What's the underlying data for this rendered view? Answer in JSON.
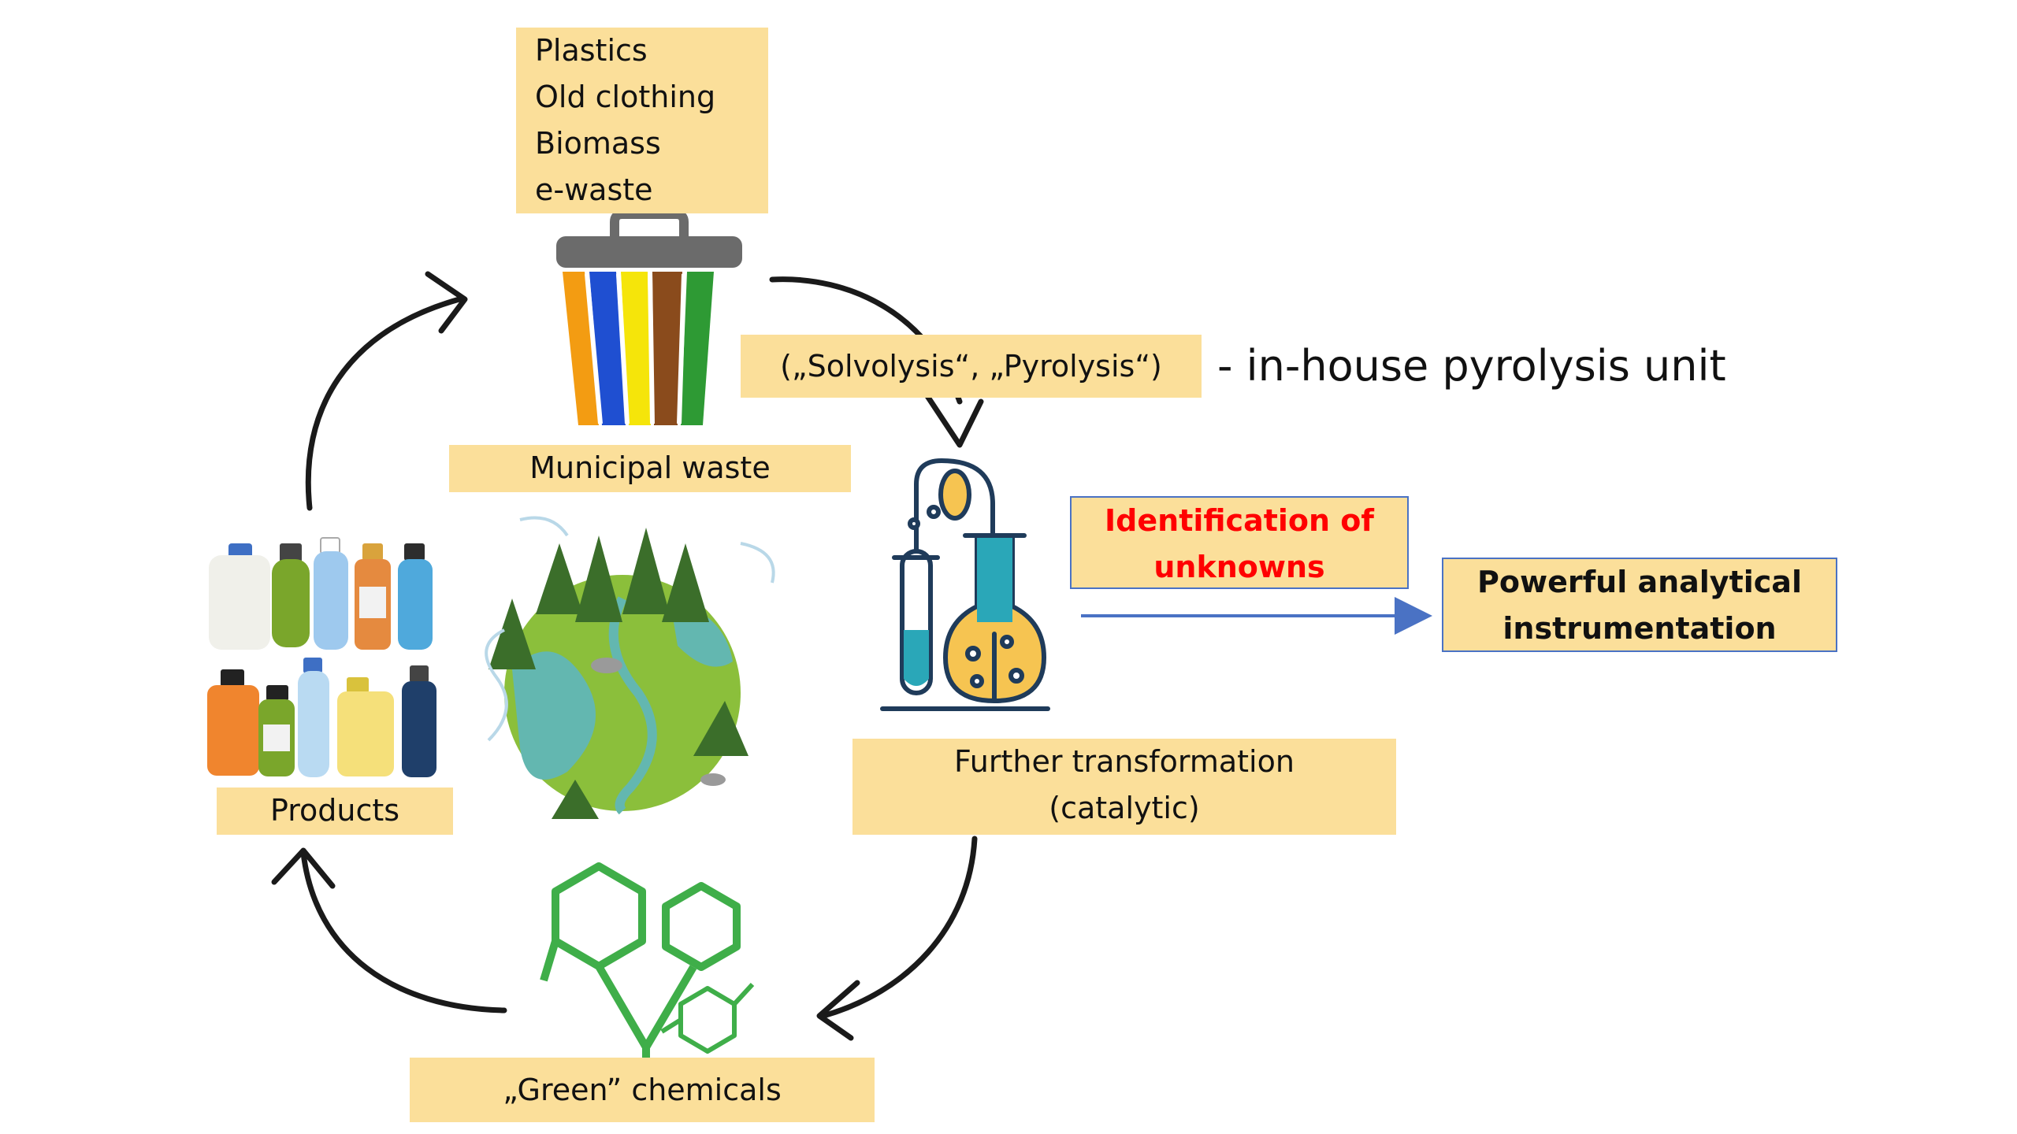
{
  "source_box": {
    "items": [
      "Plastics",
      "Old clothing",
      "Biomass",
      "e-waste"
    ]
  },
  "labels": {
    "municipal_waste": "Municipal waste",
    "process": "(„Solvolysis“, „Pyrolysis“)",
    "inhouse_note": "- in-house pyrolysis unit",
    "identification_line1": "Identification of",
    "identification_line2": "unknowns",
    "instrumentation_line1": "Powerful analytical",
    "instrumentation_line2": "instrumentation",
    "transformation_line1": "Further transformation",
    "transformation_line2": "(catalytic)",
    "green_chemicals": "„Green” chemicals",
    "products": "Products"
  },
  "colors": {
    "label_fill": "#fbdf9a",
    "blue_border": "#4a72c4",
    "accent_red": "#ff0000",
    "arrow_blue": "#4a72c4",
    "chem_green": "#3fae49",
    "bin_orange": "#f39c12",
    "bin_blue": "#1f4fd1",
    "bin_yellow": "#f5e50a",
    "bin_brown": "#8a4b1c",
    "bin_green": "#2e9a34"
  },
  "icons": [
    "recycle-bin-icon",
    "lab-glassware-icon",
    "earth-globe-icon",
    "molecule-plant-icon",
    "bottles-icon"
  ]
}
